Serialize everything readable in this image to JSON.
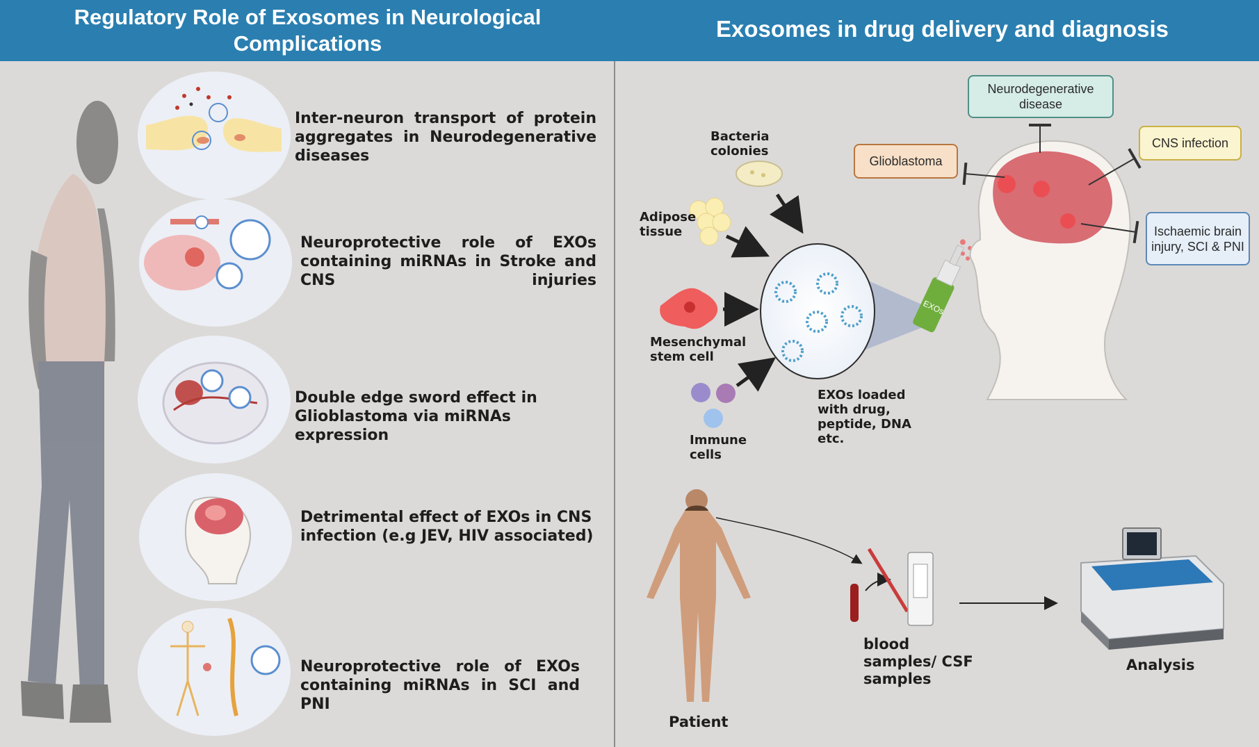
{
  "header": {
    "left_title": "Regulatory Role of Exosomes in Neurological Complications",
    "right_title": "Exosomes in drug delivery and diagnosis"
  },
  "left_panels": [
    {
      "text": "Inter-neuron transport of protein aggregates in Neurodegenerative diseases",
      "icon": "synapse-icon"
    },
    {
      "text": "Neuroprotective role of EXOs containing miRNAs in Stroke and CNS injuries",
      "icon": "stroke-brain-icon"
    },
    {
      "text": "Double edge sword effect in Glioblastoma via miRNAs expression",
      "icon": "glioblastoma-brain-icon"
    },
    {
      "text": "Detrimental effect of EXOs in CNS infection (e.g JEV, HIV associated)",
      "icon": "infected-head-icon"
    },
    {
      "text": "Neuroprotective role of EXOs containing miRNAs in SCI and PNI",
      "icon": "spinal-cord-icon"
    }
  ],
  "sources": {
    "bacteria": "Bacteria colonies",
    "adipose": "Adipose tissue",
    "msc": "Mesenchymal stem cell",
    "immune": "Immune cells"
  },
  "exo_label": "EXOs loaded with drug, peptide, DNA etc.",
  "spray_label": "EXOs",
  "targets": {
    "neuro": "Neurodegenerative disease",
    "glio": "Glioblastoma",
    "cns": "CNS infection",
    "ischaemic": "Ischaemic brain injury, SCI & PNI"
  },
  "diagnosis": {
    "patient": "Patient",
    "samples": "blood samples/ CSF samples",
    "analysis": "Analysis"
  },
  "colors": {
    "header": "#2a7fb0",
    "background": "#dcdad8",
    "neuro_box": "#d5ece7",
    "glio_box": "#f8e0c8",
    "cns_box": "#fbf4d0",
    "ischaemic_box": "#e6eff8"
  }
}
